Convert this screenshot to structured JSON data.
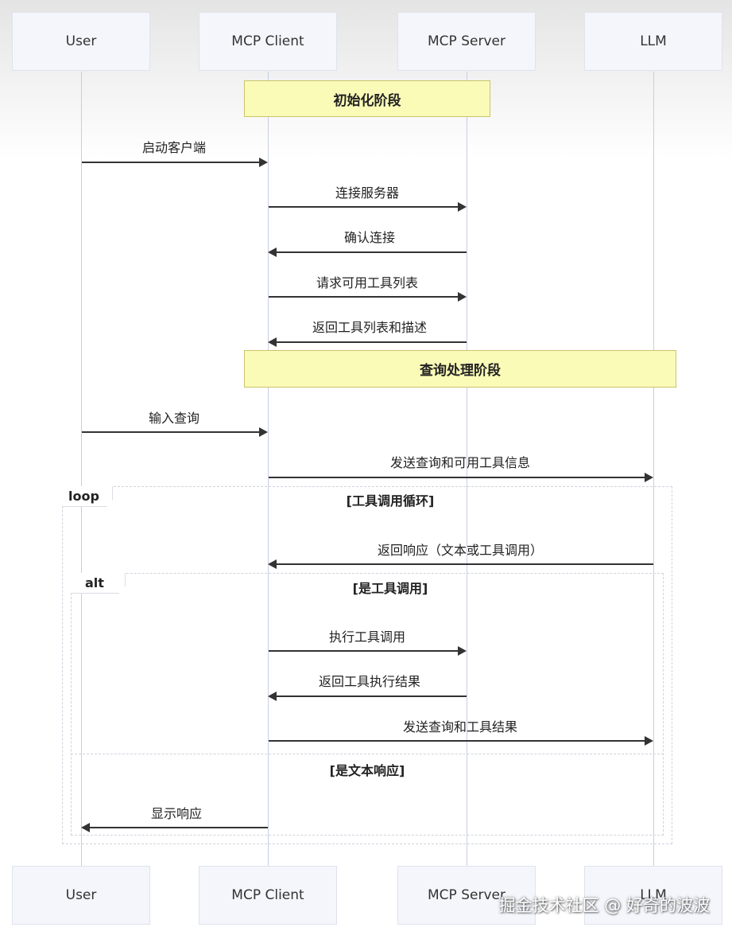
{
  "actors": [
    "User",
    "MCP Client",
    "MCP Server",
    "LLM"
  ],
  "notes": {
    "init": "初始化阶段",
    "query": "查询处理阶段"
  },
  "messages": [
    "启动客户端",
    "连接服务器",
    "确认连接",
    "请求可用工具列表",
    "返回工具列表和描述",
    "输入查询",
    "发送查询和可用工具信息",
    "返回响应（文本或工具调用）",
    "执行工具调用",
    "返回工具执行结果",
    "发送查询和工具结果",
    "显示响应"
  ],
  "frames": {
    "loop_tag": "loop",
    "loop_cond": "[工具调用循环]",
    "alt_tag": "alt",
    "alt_cond1": "[是工具调用]",
    "alt_cond2": "[是文本响应]"
  },
  "watermark": "掘金技术社区 @ 好奇的波波"
}
